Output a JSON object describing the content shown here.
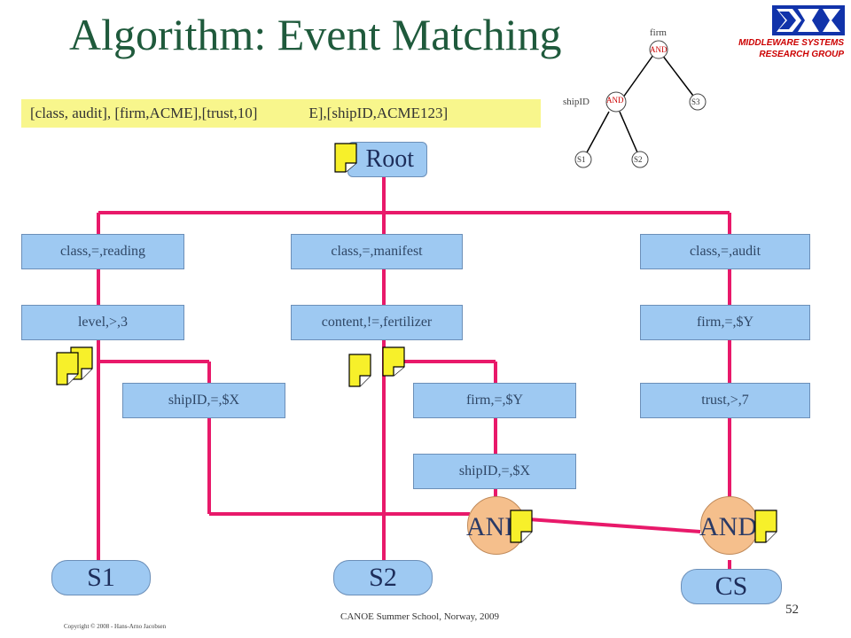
{
  "title": "Algorithm: Event Matching",
  "event": {
    "part1": "[class, audit], [firm,ACME],[trust,10]",
    "part2": "E],[shipID,ACME123]"
  },
  "root": "Root",
  "branches": {
    "left": {
      "n1": "class,=,reading",
      "n2": "level,>,3",
      "n3": "shipID,=,$X"
    },
    "middle": {
      "n1": "class,=,manifest",
      "n2": "content,!=,fertilizer",
      "n3": "firm,=,$Y",
      "n4": "shipID,=,$X"
    },
    "right": {
      "n1": "class,=,audit",
      "n2": "firm,=,$Y",
      "n3": "trust,>,7"
    }
  },
  "and_label": "AND",
  "subscriptions": {
    "s1": "S1",
    "s2": "S2",
    "cs": "CS"
  },
  "mini_tree": {
    "firm_label": "firm",
    "shipid_label": "shipID",
    "and_top": "AND",
    "and_left": "AND",
    "s1": "S1",
    "s2": "S2",
    "s3": "S3"
  },
  "logo": {
    "line1": "MIDDLEWARE SYSTEMS",
    "line2": "RESEARCH GROUP"
  },
  "footer": "CANOE Summer School, Norway, 2009",
  "copyright": "Copyright © 2008 - Hans-Arno Jacobsen",
  "page_number": "52",
  "colors": {
    "line": "#e8196a",
    "node": "#9ec9f2",
    "note": "#f7f02a",
    "and": "#f5bf8c",
    "title": "#1f5a3c"
  }
}
